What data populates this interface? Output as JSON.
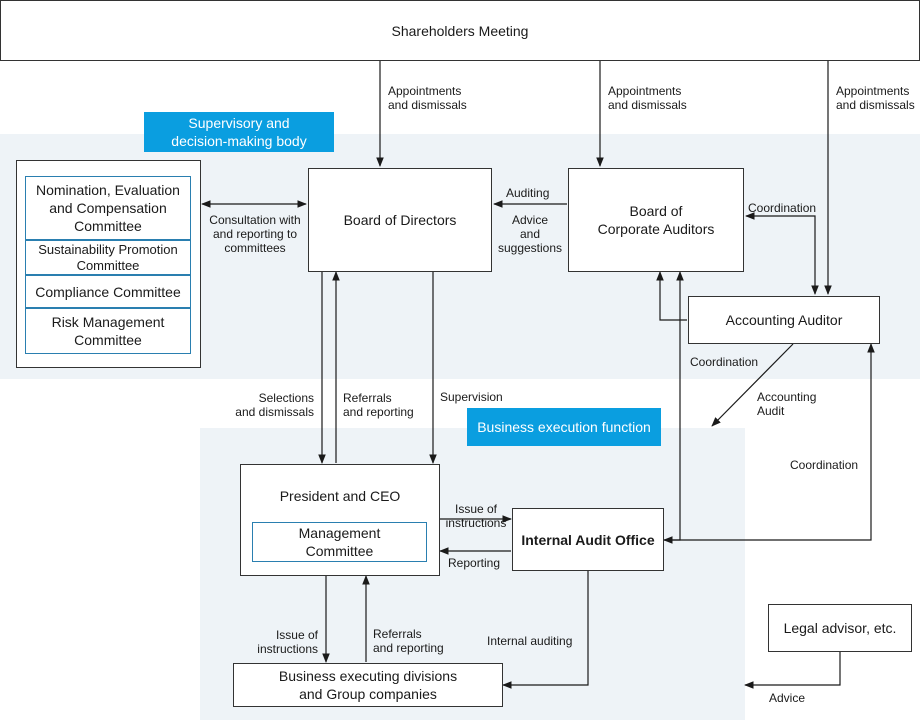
{
  "shareholders": "Shareholders Meeting",
  "appointments": "Appointments\nand dismissals",
  "tag_supervisory": "Supervisory and\ndecision-making body",
  "tag_business": "Business execution function",
  "committees": {
    "nomination": "Nomination, Evaluation\nand Compensation\nCommittee",
    "sustainability": "Sustainability Promotion\nCommittee",
    "compliance": "Compliance Committee",
    "risk": "Risk Management\nCommittee"
  },
  "board_directors": "Board of Directors",
  "board_auditors": "Board of\nCorporate Auditors",
  "accounting_auditor": "Accounting Auditor",
  "president": "President and CEO",
  "management_committee": "Management\nCommittee",
  "internal_audit": "Internal Audit Office",
  "business_divisions": "Business executing divisions\nand Group companies",
  "legal_advisor": "Legal advisor, etc.",
  "labels": {
    "consultation": "Consultation with\nand reporting to\ncommittees",
    "auditing": "Auditing",
    "advice_suggestions": "Advice\nand\nsuggestions",
    "coordination": "Coordination",
    "selections": "Selections\nand dismissals",
    "referrals": "Referrals\nand reporting",
    "supervision": "Supervision",
    "accounting_audit": "Accounting\nAudit",
    "issue_instructions": "Issue of\ninstructions",
    "reporting": "Reporting",
    "internal_auditing": "Internal auditing",
    "advice": "Advice"
  }
}
